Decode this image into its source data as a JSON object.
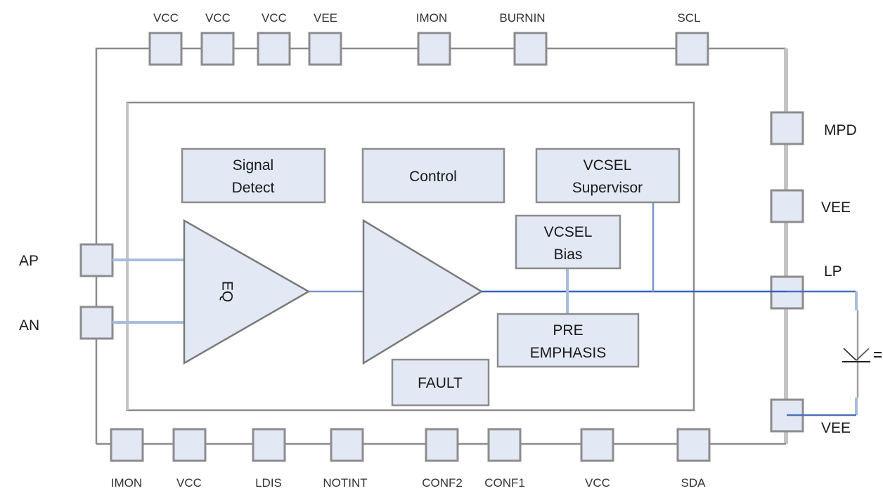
{
  "diagram": {
    "type": "VCSEL driver block diagram",
    "top_pins": [
      "VCC",
      "VCC",
      "VCC",
      "VEE",
      "IMON",
      "BURNIN",
      "SCL"
    ],
    "bottom_pins": [
      "IMON",
      "VCC",
      "LDIS",
      "NOTINT",
      "CONF2",
      "CONF1",
      "VCC",
      "SDA"
    ],
    "left_pins": [
      "AP",
      "AN"
    ],
    "right_pins": [
      "MPD",
      "VEE",
      "LP",
      "VEE"
    ],
    "blocks": {
      "signal_detect": [
        "Signal",
        "Detect"
      ],
      "control": "Control",
      "vcsel_supervisor": [
        "VCSEL",
        "Supervisor"
      ],
      "vcsel_bias": [
        "VCSEL",
        "Bias"
      ],
      "pre_emphasis": [
        "PRE",
        "EMPHASIS"
      ],
      "fault": "FAULT",
      "equalizer": "EQ"
    },
    "external_component": "VCSEL laser diode",
    "colors": {
      "block_fill": "#e2e8f4",
      "outline": "#8c8c8c",
      "signal_line": "#3a63b8",
      "signal_line_light": "#a8bde0"
    }
  }
}
